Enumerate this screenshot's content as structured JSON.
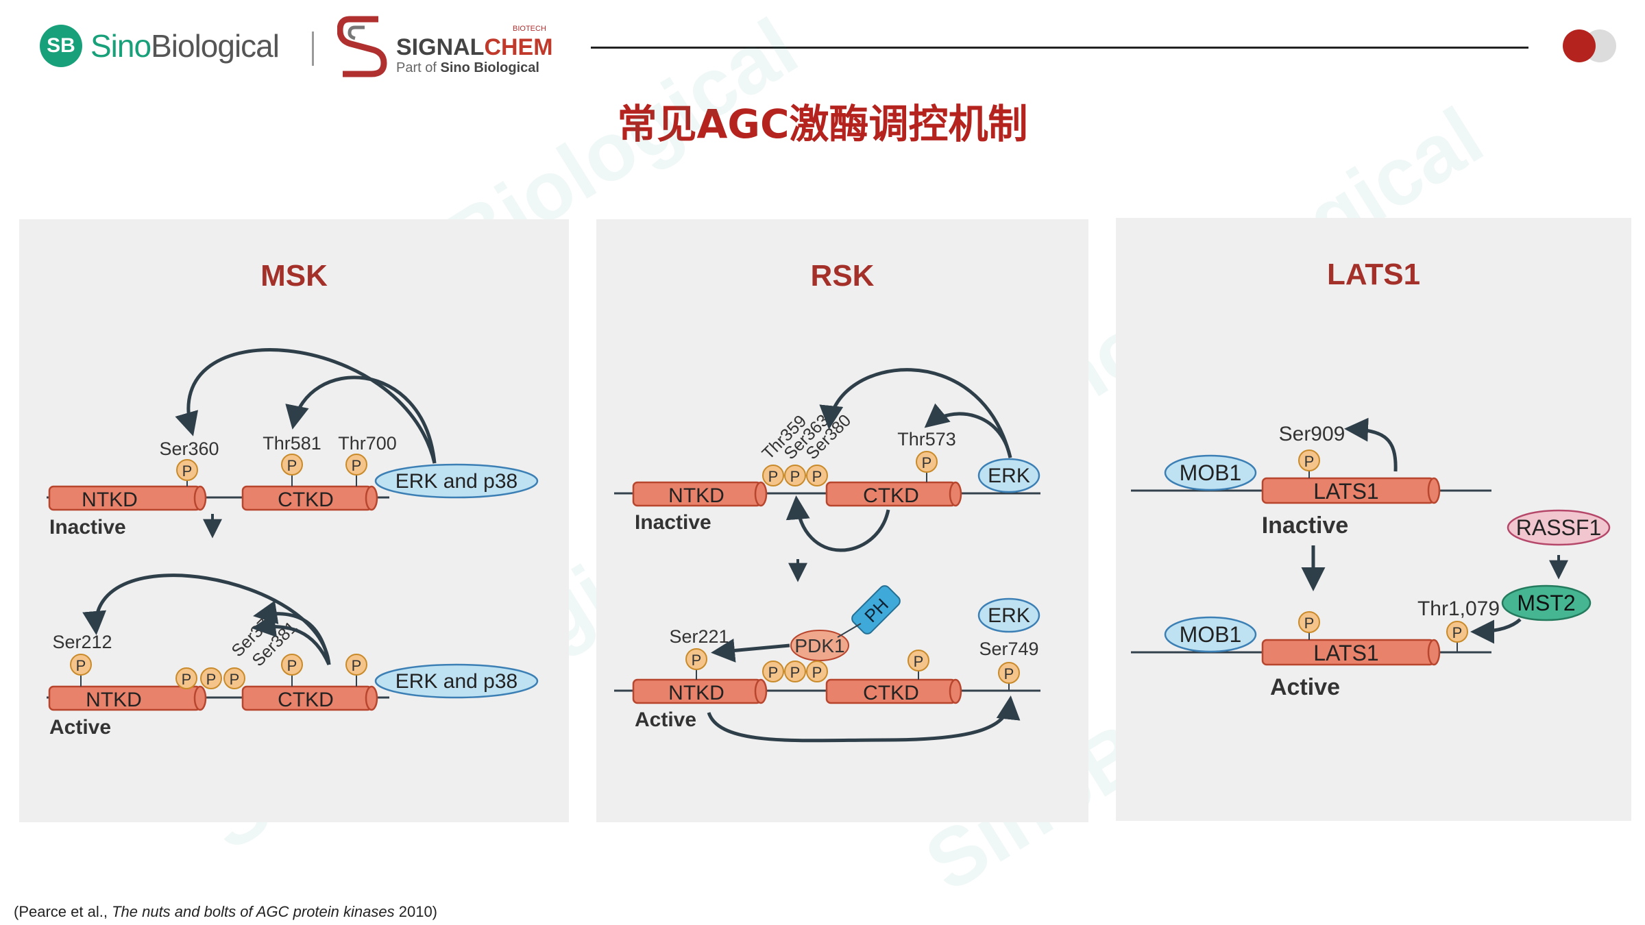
{
  "header": {
    "brand": {
      "badge": "SB",
      "name_sino": "Sino",
      "name_rest": "Biological"
    },
    "partner": {
      "tag": "BIOTECH",
      "name_signal": "SIGNAL",
      "name_chem": "CHEM",
      "sub_prefix": "Part of",
      "sub_brand": "Sino Biological"
    }
  },
  "title": "常见AGC激酶调控机制",
  "colors": {
    "accent": "#b5231f",
    "brand_green": "#18a07a",
    "panel_bg": "#efefef",
    "domain_fill": "#e8826a",
    "phospho_fill": "#f5c48a",
    "erk_fill": "#bfe2f3",
    "rassf_fill": "#f1c6cf",
    "mst_fill": "#46b592"
  },
  "panels": {
    "msk": {
      "title": "MSK",
      "inactive": {
        "state": "Inactive",
        "ntkd": "NTKD",
        "ctkd": "CTKD",
        "kinase": "ERK and p38",
        "sites": [
          "Ser360",
          "Thr581",
          "Thr700"
        ],
        "p": "P"
      },
      "active": {
        "state": "Active",
        "ntkd": "NTKD",
        "ctkd": "CTKD",
        "kinase": "ERK and p38",
        "sites": [
          "Ser212",
          "Ser376",
          "Ser381"
        ],
        "p": "P"
      }
    },
    "rsk": {
      "title": "RSK",
      "inactive": {
        "state": "Inactive",
        "ntkd": "NTKD",
        "ctkd": "CTKD",
        "kinase": "ERK",
        "sites": [
          "Thr359",
          "Ser363",
          "Ser380",
          "Thr573"
        ],
        "p": "P"
      },
      "active": {
        "state": "Active",
        "ntkd": "NTKD",
        "ctkd": "CTKD",
        "kinase": "ERK",
        "pdk1": "PDK1",
        "ph": "PH",
        "sites": [
          "Ser221",
          "Ser749"
        ],
        "p": "P"
      }
    },
    "lats1": {
      "title": "LATS1",
      "inactive": {
        "state": "Inactive",
        "mob": "MOB1",
        "kinase": "LATS1",
        "site": "Ser909",
        "p": "P"
      },
      "active": {
        "state": "Active",
        "mob": "MOB1",
        "kinase": "LATS1",
        "site": "Thr1,079",
        "p": "P"
      },
      "rassf": "RASSF1",
      "mst": "MST2"
    }
  },
  "footnote": {
    "open": "(Pearce et al.,",
    "italic": "The nuts and bolts of AGC protein kinases",
    "close": "2010)"
  },
  "watermark": "SinoBiological"
}
